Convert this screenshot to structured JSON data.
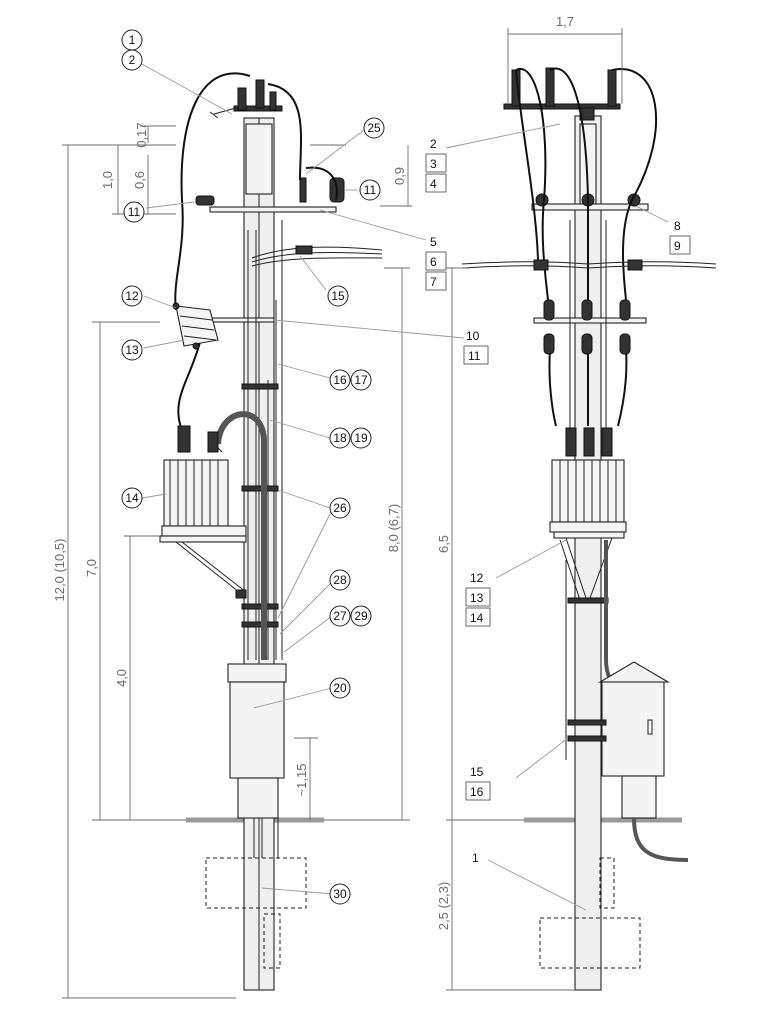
{
  "left_view": {
    "dimensions": {
      "d_0_17": "0,17",
      "d_1_0": "1,0",
      "d_0_6": "0,6",
      "d_0_9": "0,9",
      "d_12_0": "12,0 (10,5)",
      "d_7_0": "7,0",
      "d_8_0": "8,0 (6,7)",
      "d_4_0": "4,0",
      "d_1_15": "~1,15"
    },
    "callouts": [
      "1",
      "2",
      "25",
      "11",
      "11",
      "15",
      "12",
      "13",
      "16",
      "17",
      "18",
      "19",
      "14",
      "26",
      "28",
      "27",
      "29",
      "20",
      "30"
    ]
  },
  "right_view": {
    "dimensions": {
      "d_1_7": "1,7",
      "d_6_5": "6,5",
      "d_2_5": "2,5 (2,3)"
    },
    "callouts": [
      "2",
      "3",
      "4",
      "5",
      "6",
      "7",
      "8",
      "9",
      "10",
      "11",
      "12",
      "13",
      "14",
      "15",
      "16",
      "1"
    ]
  }
}
